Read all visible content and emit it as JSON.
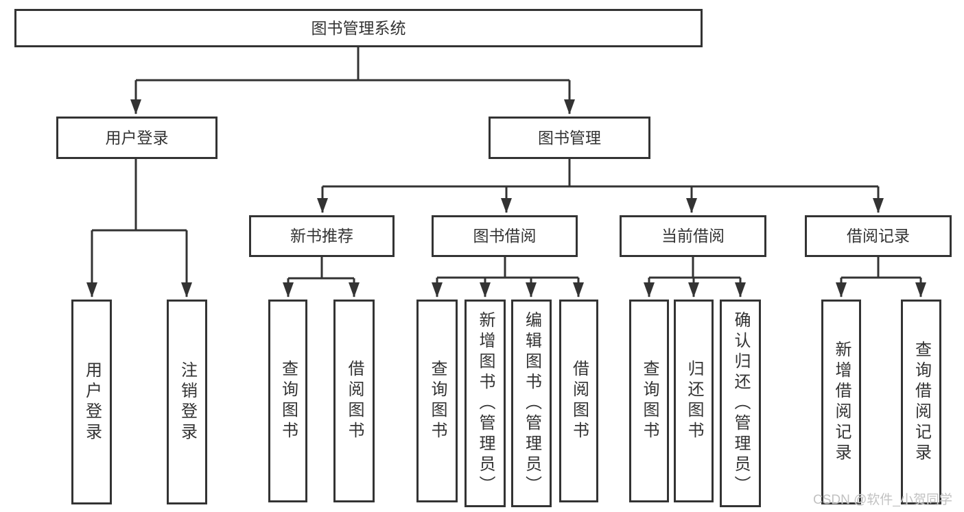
{
  "diagram": {
    "nodes": {
      "root": {
        "label": "图书管理系统"
      },
      "user_login": {
        "label": "用户登录"
      },
      "book_mgmt": {
        "label": "图书管理"
      },
      "new_book_rec": {
        "label": "新书推荐"
      },
      "book_borrow": {
        "label": "图书借阅"
      },
      "current_borrow": {
        "label": "当前借阅"
      },
      "borrow_records": {
        "label": "借阅记录"
      },
      "leaf_user_login": {
        "label": "用户登录"
      },
      "leaf_logout": {
        "label": "注销登录"
      },
      "rec_query_books": {
        "label": "查询图书"
      },
      "rec_borrow_books": {
        "label": "借阅图书"
      },
      "bb_query_books": {
        "label": "查询图书"
      },
      "bb_add_books": {
        "label": "新增图书（管理员）"
      },
      "bb_edit_books": {
        "label": "编辑图书（管理员）"
      },
      "bb_borrow_books": {
        "label": "借阅图书"
      },
      "cb_query_books": {
        "label": "查询图书"
      },
      "cb_return_books": {
        "label": "归还图书"
      },
      "cb_confirm_return": {
        "label": "确认归还（管理员）"
      },
      "br_add_record": {
        "label": "新增借阅记录"
      },
      "br_query_record": {
        "label": "查询借阅记录"
      }
    },
    "hierarchy": [
      {
        "parent": "root",
        "children": [
          "user_login",
          "book_mgmt"
        ]
      },
      {
        "parent": "user_login",
        "children": [
          "leaf_user_login",
          "leaf_logout"
        ]
      },
      {
        "parent": "book_mgmt",
        "children": [
          "new_book_rec",
          "book_borrow",
          "current_borrow",
          "borrow_records"
        ]
      },
      {
        "parent": "new_book_rec",
        "children": [
          "rec_query_books",
          "rec_borrow_books"
        ]
      },
      {
        "parent": "book_borrow",
        "children": [
          "bb_query_books",
          "bb_add_books",
          "bb_edit_books",
          "bb_borrow_books"
        ]
      },
      {
        "parent": "current_borrow",
        "children": [
          "cb_query_books",
          "cb_return_books",
          "cb_confirm_return"
        ]
      },
      {
        "parent": "borrow_records",
        "children": [
          "br_add_record",
          "br_query_record"
        ]
      }
    ],
    "colors": {
      "border": "#333333",
      "line": "#333333",
      "text": "#333333",
      "background": "#ffffff"
    }
  },
  "watermark": {
    "text": "CSDN @软件_小贺同学",
    "color": "#c2c2c2"
  }
}
